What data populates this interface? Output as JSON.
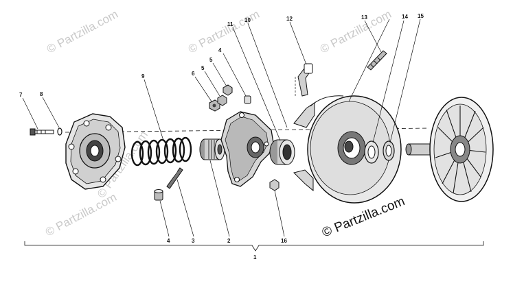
{
  "callouts": {
    "c1": "1",
    "c2": "2",
    "c3": "3",
    "c4a": "4",
    "c4b": "4",
    "c5a": "5",
    "c5b": "5",
    "c6": "6",
    "c7": "7",
    "c8": "8",
    "c9": "9",
    "c10": "10",
    "c11": "11",
    "c12": "12",
    "c13": "13",
    "c14": "14",
    "c15": "15",
    "c16": "16"
  },
  "watermarks": {
    "tl": "© Partzilla.com",
    "tc": "© Partzilla.com",
    "tr": "© Partzilla.com",
    "ml": "© Partzilla.com",
    "bl": "© Partzilla.com",
    "main": "© Partzilla.com"
  },
  "colors": {
    "ink": "#111111",
    "fill": "#d8d8d8",
    "dark": "#555555",
    "watermark": "#c9c9c9"
  }
}
